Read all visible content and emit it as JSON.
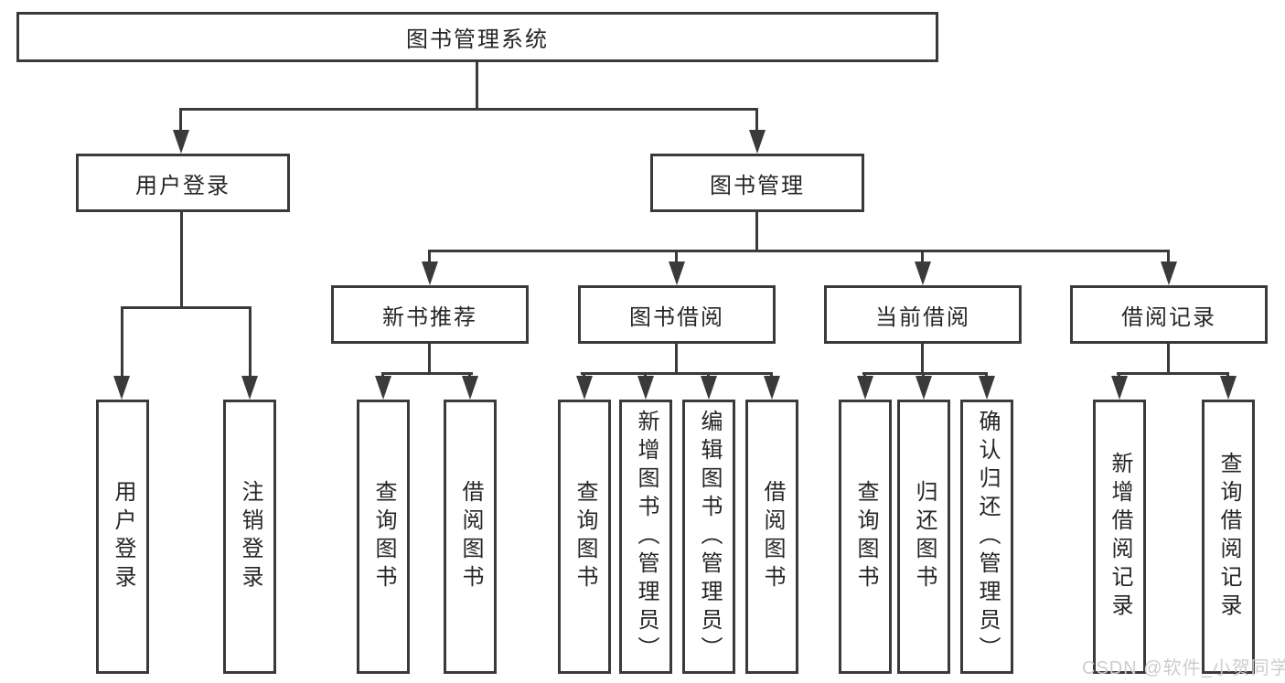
{
  "diagram": {
    "root": {
      "label": "图书管理系统"
    },
    "level2": [
      {
        "label": "用户登录"
      },
      {
        "label": "图书管理"
      }
    ],
    "level3": [
      {
        "label": "新书推荐"
      },
      {
        "label": "图书借阅"
      },
      {
        "label": "当前借阅"
      },
      {
        "label": "借阅记录"
      }
    ],
    "leaves": {
      "userLogin": [
        "用户登录",
        "注销登录"
      ],
      "newBookRec": [
        "查询图书",
        "借阅图书"
      ],
      "bookBorrow": [
        "查询图书",
        "新增图书（管理员）",
        "编辑图书（管理员）",
        "借阅图书"
      ],
      "currentBorrow": [
        "查询图书",
        "归还图书",
        "确认归还（管理员）"
      ],
      "borrowRecords": [
        "新增借阅记录",
        "查询借阅记录"
      ]
    }
  },
  "watermark": {
    "text": "CSDN @软件_小贺同学",
    "color": "#cdcdcd"
  },
  "colors": {
    "line": "#3a3a3a",
    "text": "#262626",
    "background": "#ffffff"
  }
}
